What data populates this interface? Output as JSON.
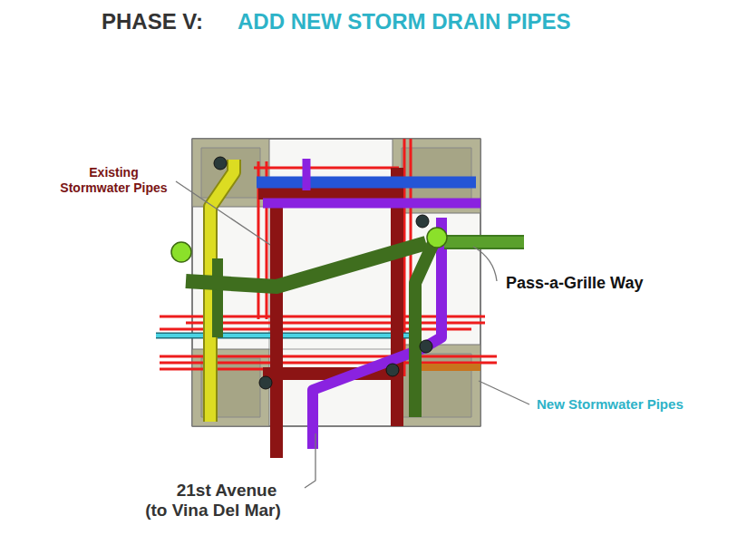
{
  "diagram": {
    "title": "PHASE V:",
    "labels": [
      "ADD NEW STORM DRAIN PIPES",
      "Existing Stormwater Pipes",
      "Pass-a-Grille Way",
      "New Stormwater Pipes",
      "21st Avenue (to Vina Del Mar)"
    ]
  }
}
